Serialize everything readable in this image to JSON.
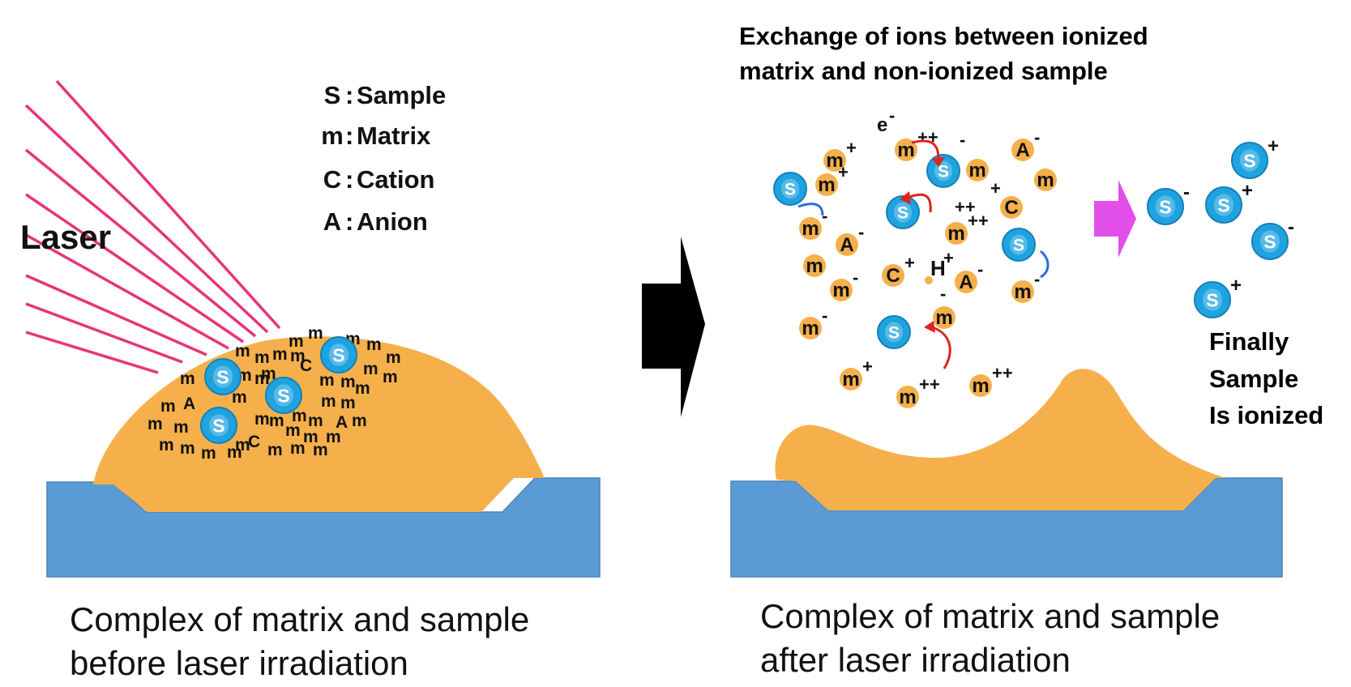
{
  "legend": [
    {
      "symbol": "S",
      "label": "Sample"
    },
    {
      "symbol": "m",
      "label": "Matrix"
    },
    {
      "symbol": "C",
      "label": "Cation"
    },
    {
      "symbol": "A",
      "label": "Anion"
    }
  ],
  "laser_label": "Laser",
  "right_title": [
    "Exchange of ions between ionized",
    "matrix and non-ionized sample"
  ],
  "final_note": [
    "Finally",
    "Sample",
    "Is ionized"
  ],
  "caption_before": [
    "Complex of matrix and sample",
    "before laser irradiation"
  ],
  "caption_after": [
    "Complex of matrix and sample",
    "after laser irradiation"
  ],
  "particle_letters": {
    "sample": "S",
    "matrix": "m",
    "cation": "C",
    "anion": "A",
    "proton": "H",
    "electron": "e"
  },
  "charges": {
    "plus": "+",
    "double_plus": "++",
    "minus": "-"
  },
  "colors": {
    "substrate": "#5b9bd5",
    "droplet": "#f5b04c",
    "sample": "#1fa3e0",
    "laser": "#e8337a",
    "arrow_main": "#000000",
    "arrow_final": "#e14fe8",
    "exchange_red": "#e0221f",
    "exchange_blue": "#2a6fd6"
  }
}
